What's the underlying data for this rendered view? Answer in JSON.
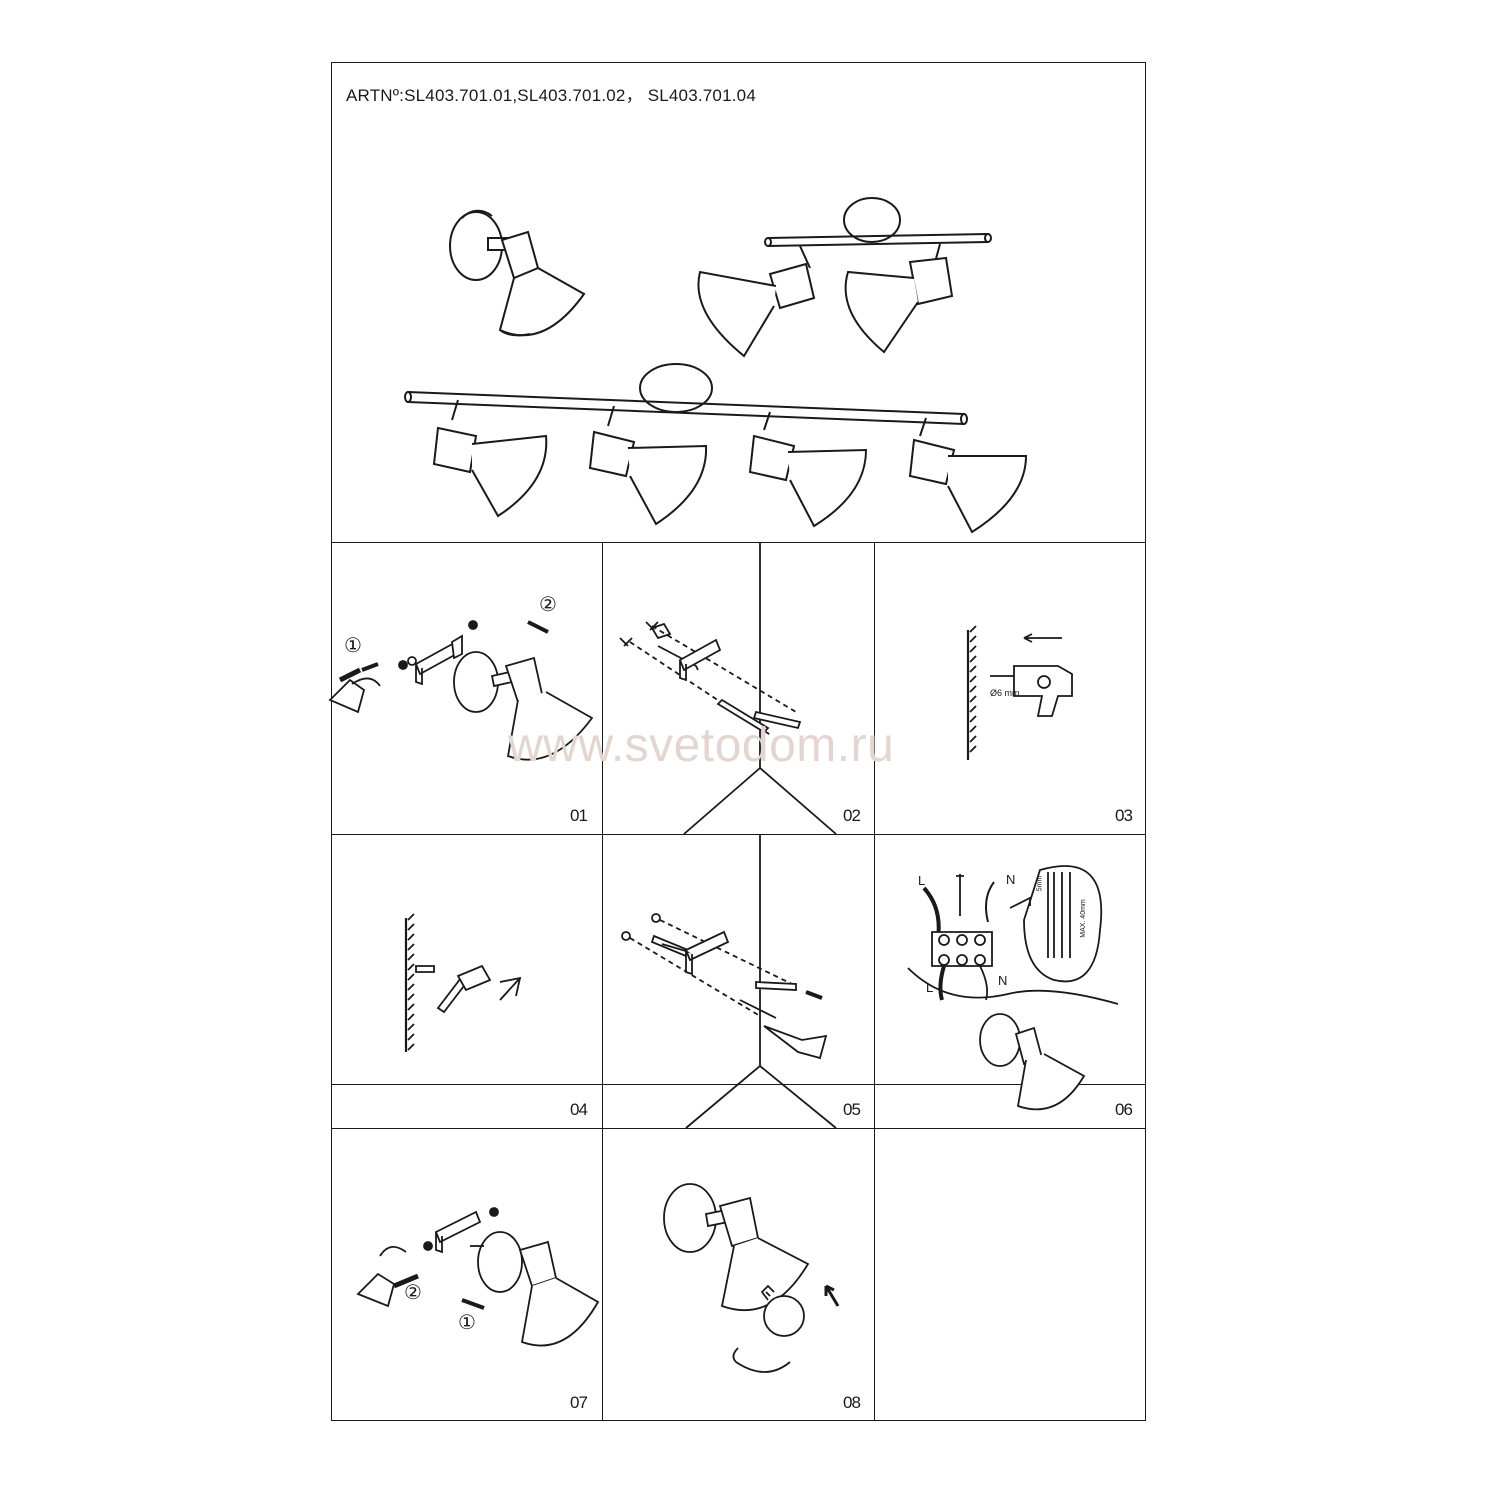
{
  "header": {
    "article_label": "ARTNº:SL403.701.01,SL403.701.02，  SL403.701.04"
  },
  "steps": [
    {
      "number": "01",
      "markers": [
        "①",
        "②"
      ]
    },
    {
      "number": "02"
    },
    {
      "number": "03",
      "drill_label": "Ø6 mm"
    },
    {
      "number": "04"
    },
    {
      "number": "05"
    },
    {
      "number": "06",
      "wire_labels": [
        "L",
        "N",
        "L",
        "N"
      ],
      "spec_labels": [
        "5mm",
        "MAX. 40mm"
      ]
    },
    {
      "number": "07",
      "markers": [
        "②",
        "①"
      ]
    },
    {
      "number": "08"
    }
  ],
  "watermark": "www.svetodom.ru"
}
